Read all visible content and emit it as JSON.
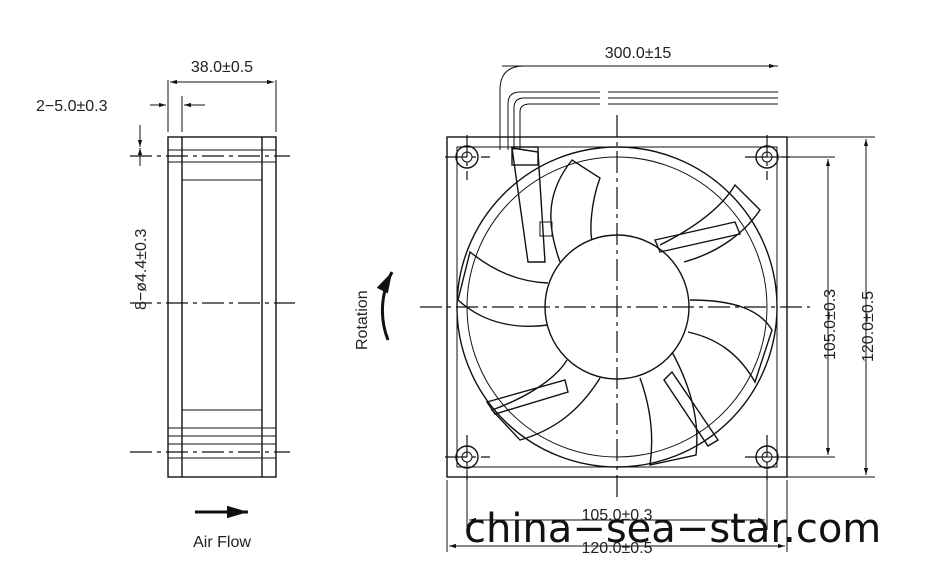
{
  "side_view": {
    "width_dim": "38.0±0.5",
    "offset_dim": "2−5.0±0.3",
    "holes_dim": "8−ø4.4±0.3",
    "airflow_label": "Air Flow"
  },
  "front_view": {
    "cable_dim": "300.0±15",
    "rotation_label": "Rotation",
    "hole_spacing_v": "105.0±0.3",
    "frame_height": "120.0±0.5",
    "hole_spacing_h": "105.0±0.3",
    "frame_width": "120.0±0.5"
  },
  "watermark": "china−sea−star.com"
}
